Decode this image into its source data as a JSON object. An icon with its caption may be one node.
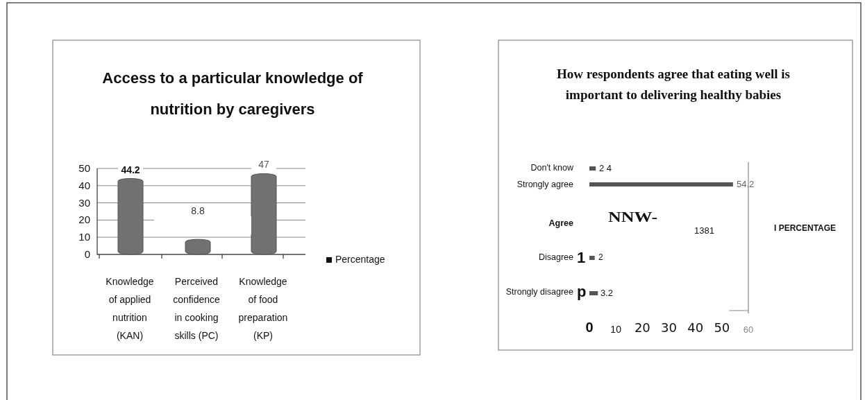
{
  "diagram": {
    "chart_data": [
      {
        "type": "bar",
        "orientation": "vertical",
        "title": "Access to a particular knowledge of nutrition by caregivers",
        "categories": [
          "Knowledge of applied nutrition (KAN)",
          "Perceived confidence in cooking skills (PC)",
          "Knowledge of food preparation (KP)"
        ],
        "values": [
          44.2,
          8.8,
          47
        ],
        "yticks": [
          0,
          10,
          20,
          30,
          40,
          50
        ],
        "ylim": [
          0,
          50
        ],
        "grid": true,
        "data_labels": true
      },
      {
        "type": "bar",
        "orientation": "horizontal",
        "title": "How respondents agree that eating well is important to delivering healthy babies",
        "categories": [
          "Don't know",
          "Strongly agree",
          "Agree",
          "Disagree",
          "Strongly disagree"
        ],
        "values": [
          2.4,
          54.2,
          null,
          2,
          3.2
        ],
        "value_labels": [
          "2 4",
          "54.2",
          "1381",
          "2",
          "3.2"
        ],
        "xticks": [
          0,
          10,
          20,
          30,
          40,
          50,
          60
        ],
        "xlim": [
          0,
          60
        ]
      }
    ],
    "labels": [
      "NNW-",
      "1",
      "p"
    ],
    "legend": [
      {
        "text": "Percentage",
        "color": "#111111"
      },
      {
        "text": "I PERCENTAGE"
      }
    ]
  }
}
